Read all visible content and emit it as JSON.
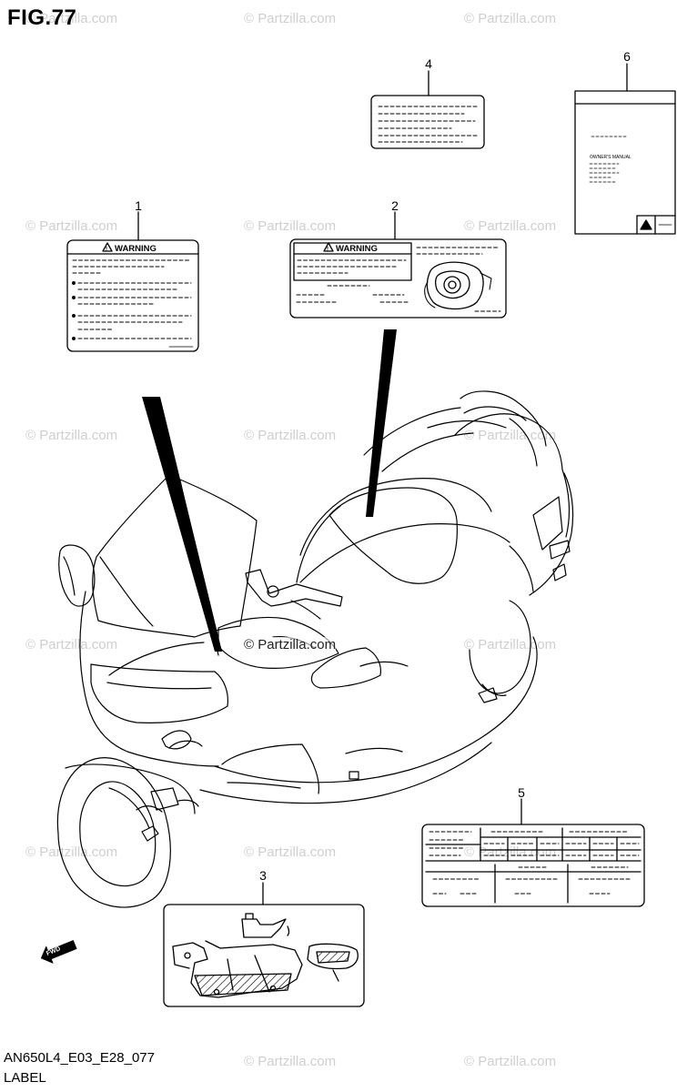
{
  "figure": {
    "title": "FIG.77",
    "code": "AN650L4_E03_E28_077",
    "label": "LABEL"
  },
  "callouts": [
    "1",
    "2",
    "3",
    "4",
    "5",
    "6"
  ],
  "labels": {
    "warning_text": "WARNING",
    "manual_title": "OWNER'S MANUAL",
    "fwd_text": "FWD"
  },
  "watermark": "© Partzilla.com",
  "colors": {
    "line": "#000000",
    "watermark": "#cfcfcf",
    "background": "#ffffff"
  }
}
